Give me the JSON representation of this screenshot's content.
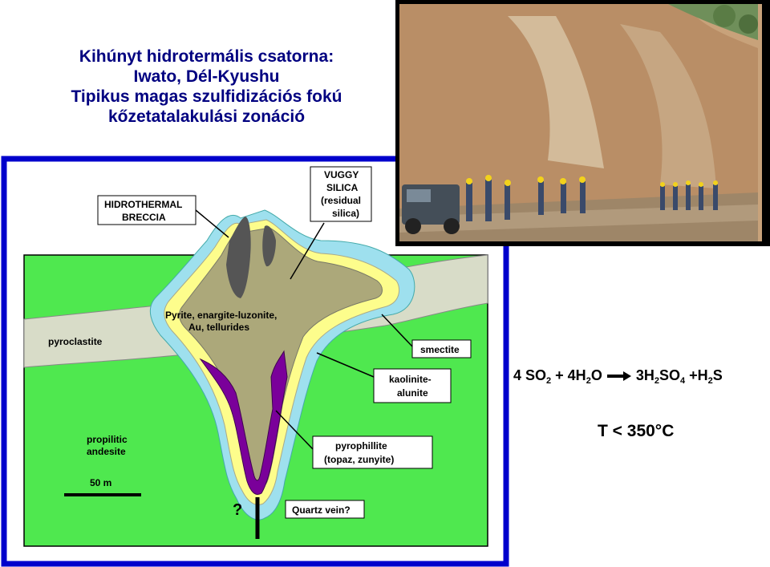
{
  "title": {
    "line1": "Kihúnyt hidrotermális csatorna:",
    "line2": "Iwato, Dél-Kyushu",
    "line3": "Tipikus magas szulfidizációs fokú",
    "line4": "kőzetatalakulási zonáció"
  },
  "diagram": {
    "labels": {
      "hydrothermal_breccia": [
        "HIDROTHERMAL",
        "BRECCIA"
      ],
      "vuggy_silica": [
        "VUGGY",
        "SILICA",
        "(residual",
        "silica)"
      ],
      "pyrite": [
        "Pyrite, enargite-luzonite,",
        "Au, tellurides"
      ],
      "pyroclastite": "pyroclastite",
      "smectite": "smectite",
      "kaolinite": [
        "kaolinite-",
        "alunite"
      ],
      "propilitic": [
        "propilitic",
        "andesite"
      ],
      "pyrophillite": [
        "pyrophillite",
        "(topaz, zunyite)"
      ],
      "scale": "50 m",
      "question": "?",
      "quartz_vein": "Quartz vein?"
    },
    "colors": {
      "frame": "#0000cc",
      "propylitic": "#4fe84f",
      "pyroclastite": "#d8dcc8",
      "smectite": "#9ee0ee",
      "kaolinite": "#fdfd8c",
      "vuggy": "#aca87a",
      "pyrophyllite": "#7a009a",
      "breccia": "#444444"
    }
  },
  "photo": {
    "description_icon": "outcrop-photo-with-geologists-and-truck"
  },
  "equation": {
    "lhs_coef": "4 SO",
    "lhs_sub1": "2",
    "plus1": " + 4H",
    "lhs_sub2": "2",
    "lhs_o": "O",
    "rhs_a": "3H",
    "rhs_sub1": "2",
    "rhs_b": "SO",
    "rhs_sub2": "4",
    "rhs_c": " +H",
    "rhs_sub3": "2",
    "rhs_d": "S"
  },
  "temperature": "T < 350°C"
}
